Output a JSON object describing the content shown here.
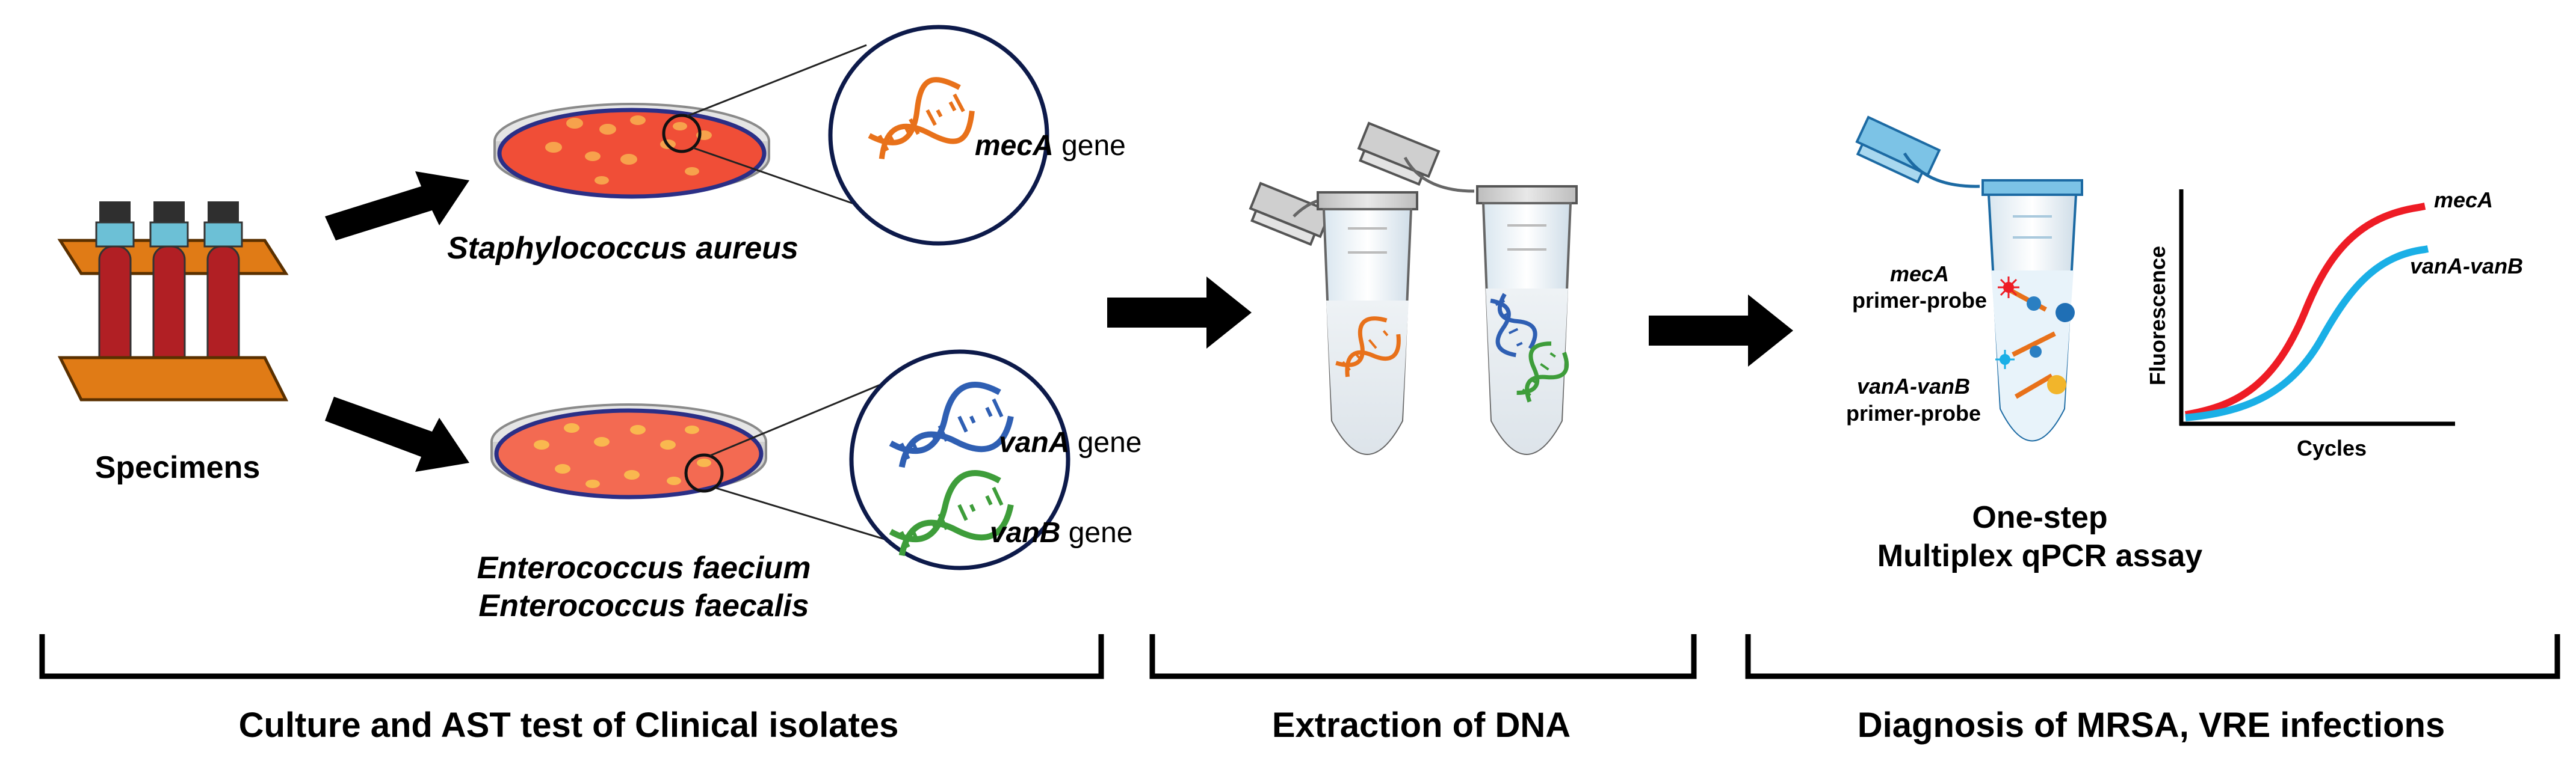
{
  "specimens": {
    "label": "Specimens"
  },
  "culture": {
    "organism_top": "Staphylococcus aureus",
    "organisms_bottom": [
      "Enterococcus faecium",
      "Enterococcus faecalis"
    ],
    "genes": [
      {
        "name": "mecA",
        "suffix": " gene",
        "color": "#E8711A"
      },
      {
        "name": "vanA",
        "suffix": " gene",
        "color": "#2F5FB3"
      },
      {
        "name": "vanB",
        "suffix": " gene",
        "color": "#3E9D3A"
      }
    ]
  },
  "qpcr": {
    "probe_labels": [
      {
        "name": "mecA",
        "sub": "primer-probe"
      },
      {
        "name": "vanA-vanB",
        "sub": "primer-probe"
      }
    ],
    "title_lines": [
      "One-step",
      "Multiplex qPCR assay"
    ]
  },
  "chart_data": {
    "type": "line",
    "xlabel": "Cycles",
    "ylabel": "Fluorescence",
    "series": [
      {
        "name": "mecA",
        "color": "#EE1C25"
      },
      {
        "name": "vanA-vanB",
        "color": "#1AAFE6"
      }
    ]
  },
  "sections": [
    {
      "label": "Culture and AST test of Clinical isolates"
    },
    {
      "label": "Extraction of DNA"
    },
    {
      "label": "Diagnosis of MRSA, VRE infections"
    }
  ],
  "colors": {
    "agar_red": "#F04E37",
    "plate_rim": "#2B2F86",
    "tube_rack": "#E07B16",
    "blood": "#B11F24"
  }
}
